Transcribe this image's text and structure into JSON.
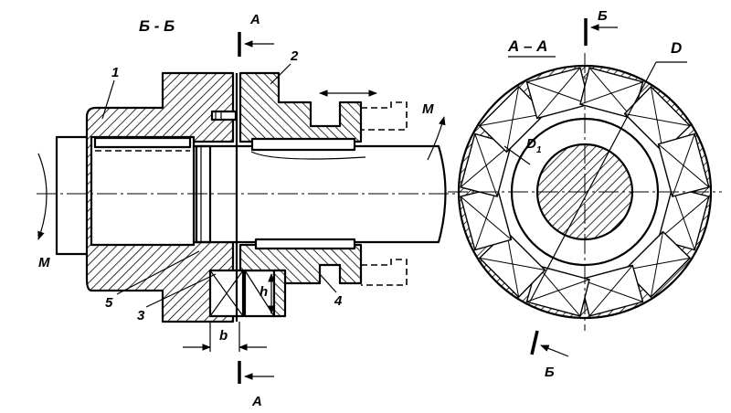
{
  "section_bb": {
    "title": "Б - Б"
  },
  "section_aa": {
    "title": "А – А"
  },
  "part_labels": {
    "p1": "1",
    "p2": "2",
    "p3": "3",
    "p4": "4",
    "p5": "5"
  },
  "cut_labels": {
    "a_top": "А",
    "a_bottom": "А",
    "b_top": "Б",
    "b_bottom": "Б"
  },
  "torque": {
    "left": "М",
    "right": "М"
  },
  "dims": {
    "b": "b",
    "h": "h",
    "D": "D",
    "D1": "D",
    "D1_sub": "1"
  }
}
